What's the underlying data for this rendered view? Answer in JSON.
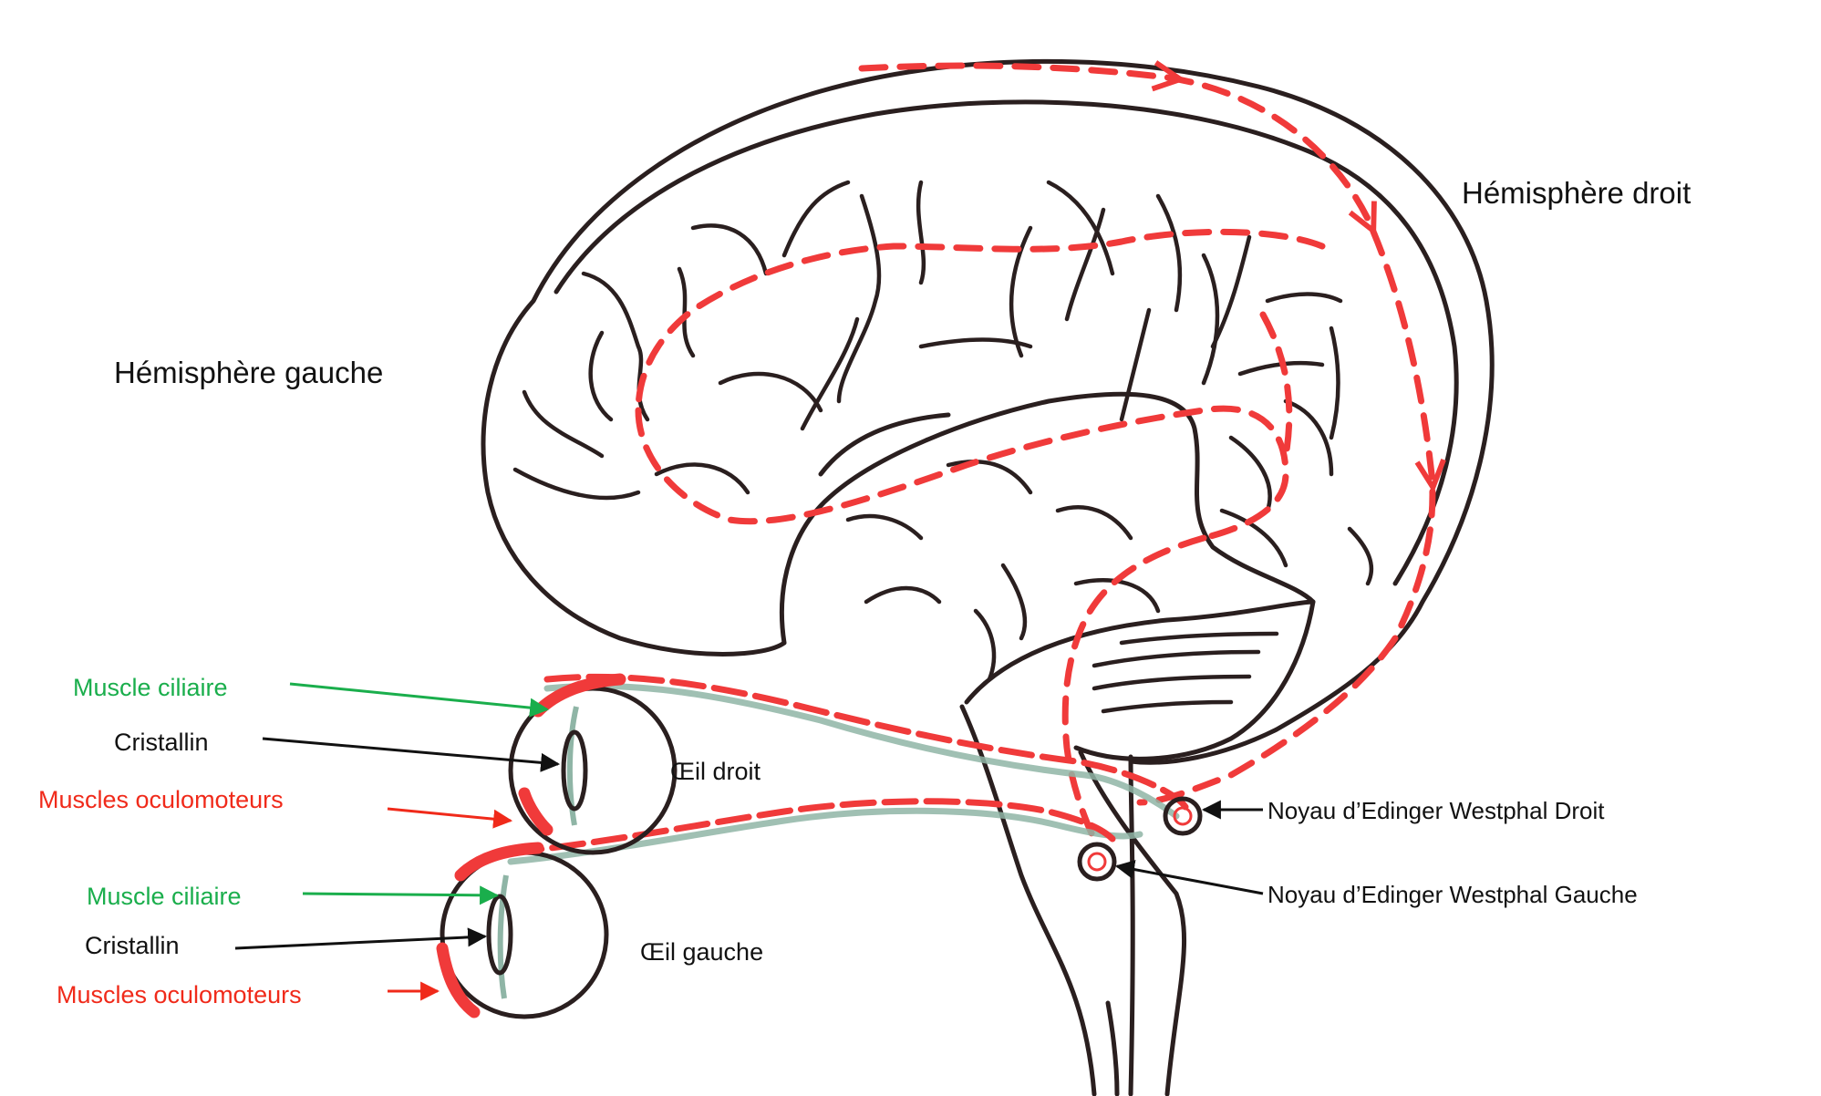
{
  "colors": {
    "outline": "#2a1f1f",
    "pathway_red": "#f03a3a",
    "pathway_green": "#8fb5a6",
    "label_green": "#1aae4c",
    "label_red": "#f02a1a",
    "label_black": "#111111"
  },
  "labels": {
    "left_hemisphere": "Hémisphère gauche",
    "right_hemisphere": "Hémisphère droit",
    "right_eye": "Œil droit",
    "left_eye": "Œil gauche",
    "right_eye_ciliary": "Muscle ciliaire",
    "right_eye_lens": "Cristallin",
    "right_eye_oculomotor": "Muscles oculomoteurs",
    "left_eye_ciliary": "Muscle ciliaire",
    "left_eye_lens": "Cristallin",
    "left_eye_oculomotor": "Muscles oculomoteurs",
    "nucleus_right": "Noyau d’Edinger  Westphal Droit",
    "nucleus_left": "Noyau d’Edinger  Westphal Gauche"
  },
  "icons": {
    "brain": "brain-drawing-icon",
    "eye": "eye-drawing-icon",
    "nucleus": "nucleus-circle-icon"
  }
}
